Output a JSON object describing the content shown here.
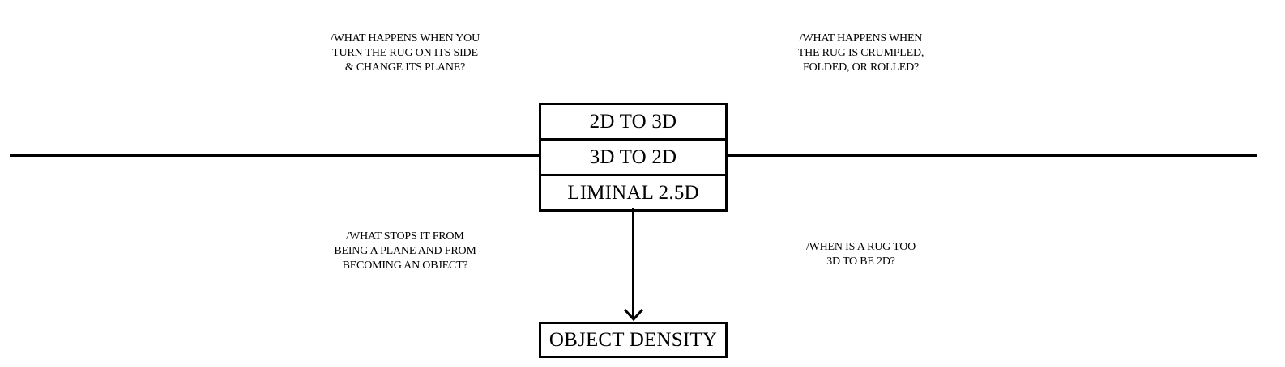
{
  "diagram": {
    "stack": {
      "items": [
        "2D TO 3D",
        "3D TO 2D",
        "LIMINAL 2.5D"
      ]
    },
    "target": "OBJECT DENSITY",
    "notes": {
      "top_left": "/WHAT HAPPENS WHEN YOU\nTURN THE RUG ON ITS SIDE\n& CHANGE ITS PLANE?",
      "top_right": "/WHAT HAPPENS WHEN\nTHE RUG IS CRUMPLED,\nFOLDED, OR ROLLED?",
      "bottom_left": "/WHAT STOPS IT FROM\nBEING A PLANE AND FROM\nBECOMING AN OBJECT?",
      "bottom_right": "/WHEN IS A RUG TOO\n3D TO BE 2D?"
    },
    "colors": {
      "ink": "#000000",
      "background": "#ffffff"
    }
  }
}
